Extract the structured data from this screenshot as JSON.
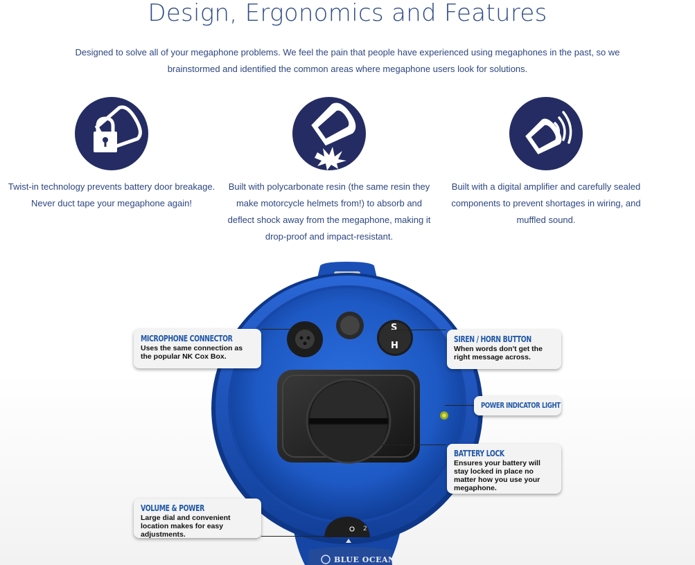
{
  "header": {
    "title": "Design, Ergonomics and Features",
    "intro": "Designed to solve all of your megaphone problems. We feel the pain that people have experienced using megaphones in the past, so we brainstormed and identified the common areas where megaphone users look for solutions."
  },
  "features": [
    {
      "icon": "megaphone-padlock-icon",
      "text": "Twist-in technology prevents battery door breakage. Never duct tape your megaphone again!"
    },
    {
      "icon": "megaphone-impact-icon",
      "text": "Built with polycarbonate resin (the same resin they make motorcycle helmets from!) to absorb and deflect shock away from the megaphone, making it drop-proof and impact-resistant."
    },
    {
      "icon": "megaphone-sound-waves-icon",
      "text": "Built with a digital amplifier and carefully sealed components to prevent shortages in wiring, and muffled sound."
    }
  ],
  "product": {
    "brand": "BLUE OCEAN",
    "button_s": "S",
    "button_h": "H",
    "callouts": {
      "microphone": {
        "title": "MICROPHONE CONNECTOR",
        "text": "Uses the same connection as the popular NK Cox Box."
      },
      "siren": {
        "title": "SIREN / HORN BUTTON",
        "text": "When words don't get the right message across."
      },
      "power_light": {
        "title": "POWER INDICATOR LIGHT"
      },
      "battery": {
        "title": "BATTERY LOCK",
        "text": "Ensures your battery will stay locked in place no matter how you use your megaphone."
      },
      "volume": {
        "title": "VOLUME & POWER",
        "text": "Large dial and convenient location makes for easy adjustments."
      }
    }
  },
  "colors": {
    "title": "#2f4a86",
    "badge": "#242c63",
    "megaphone_blue": "#1e5bc6",
    "callout_heading": "#2158a8"
  }
}
